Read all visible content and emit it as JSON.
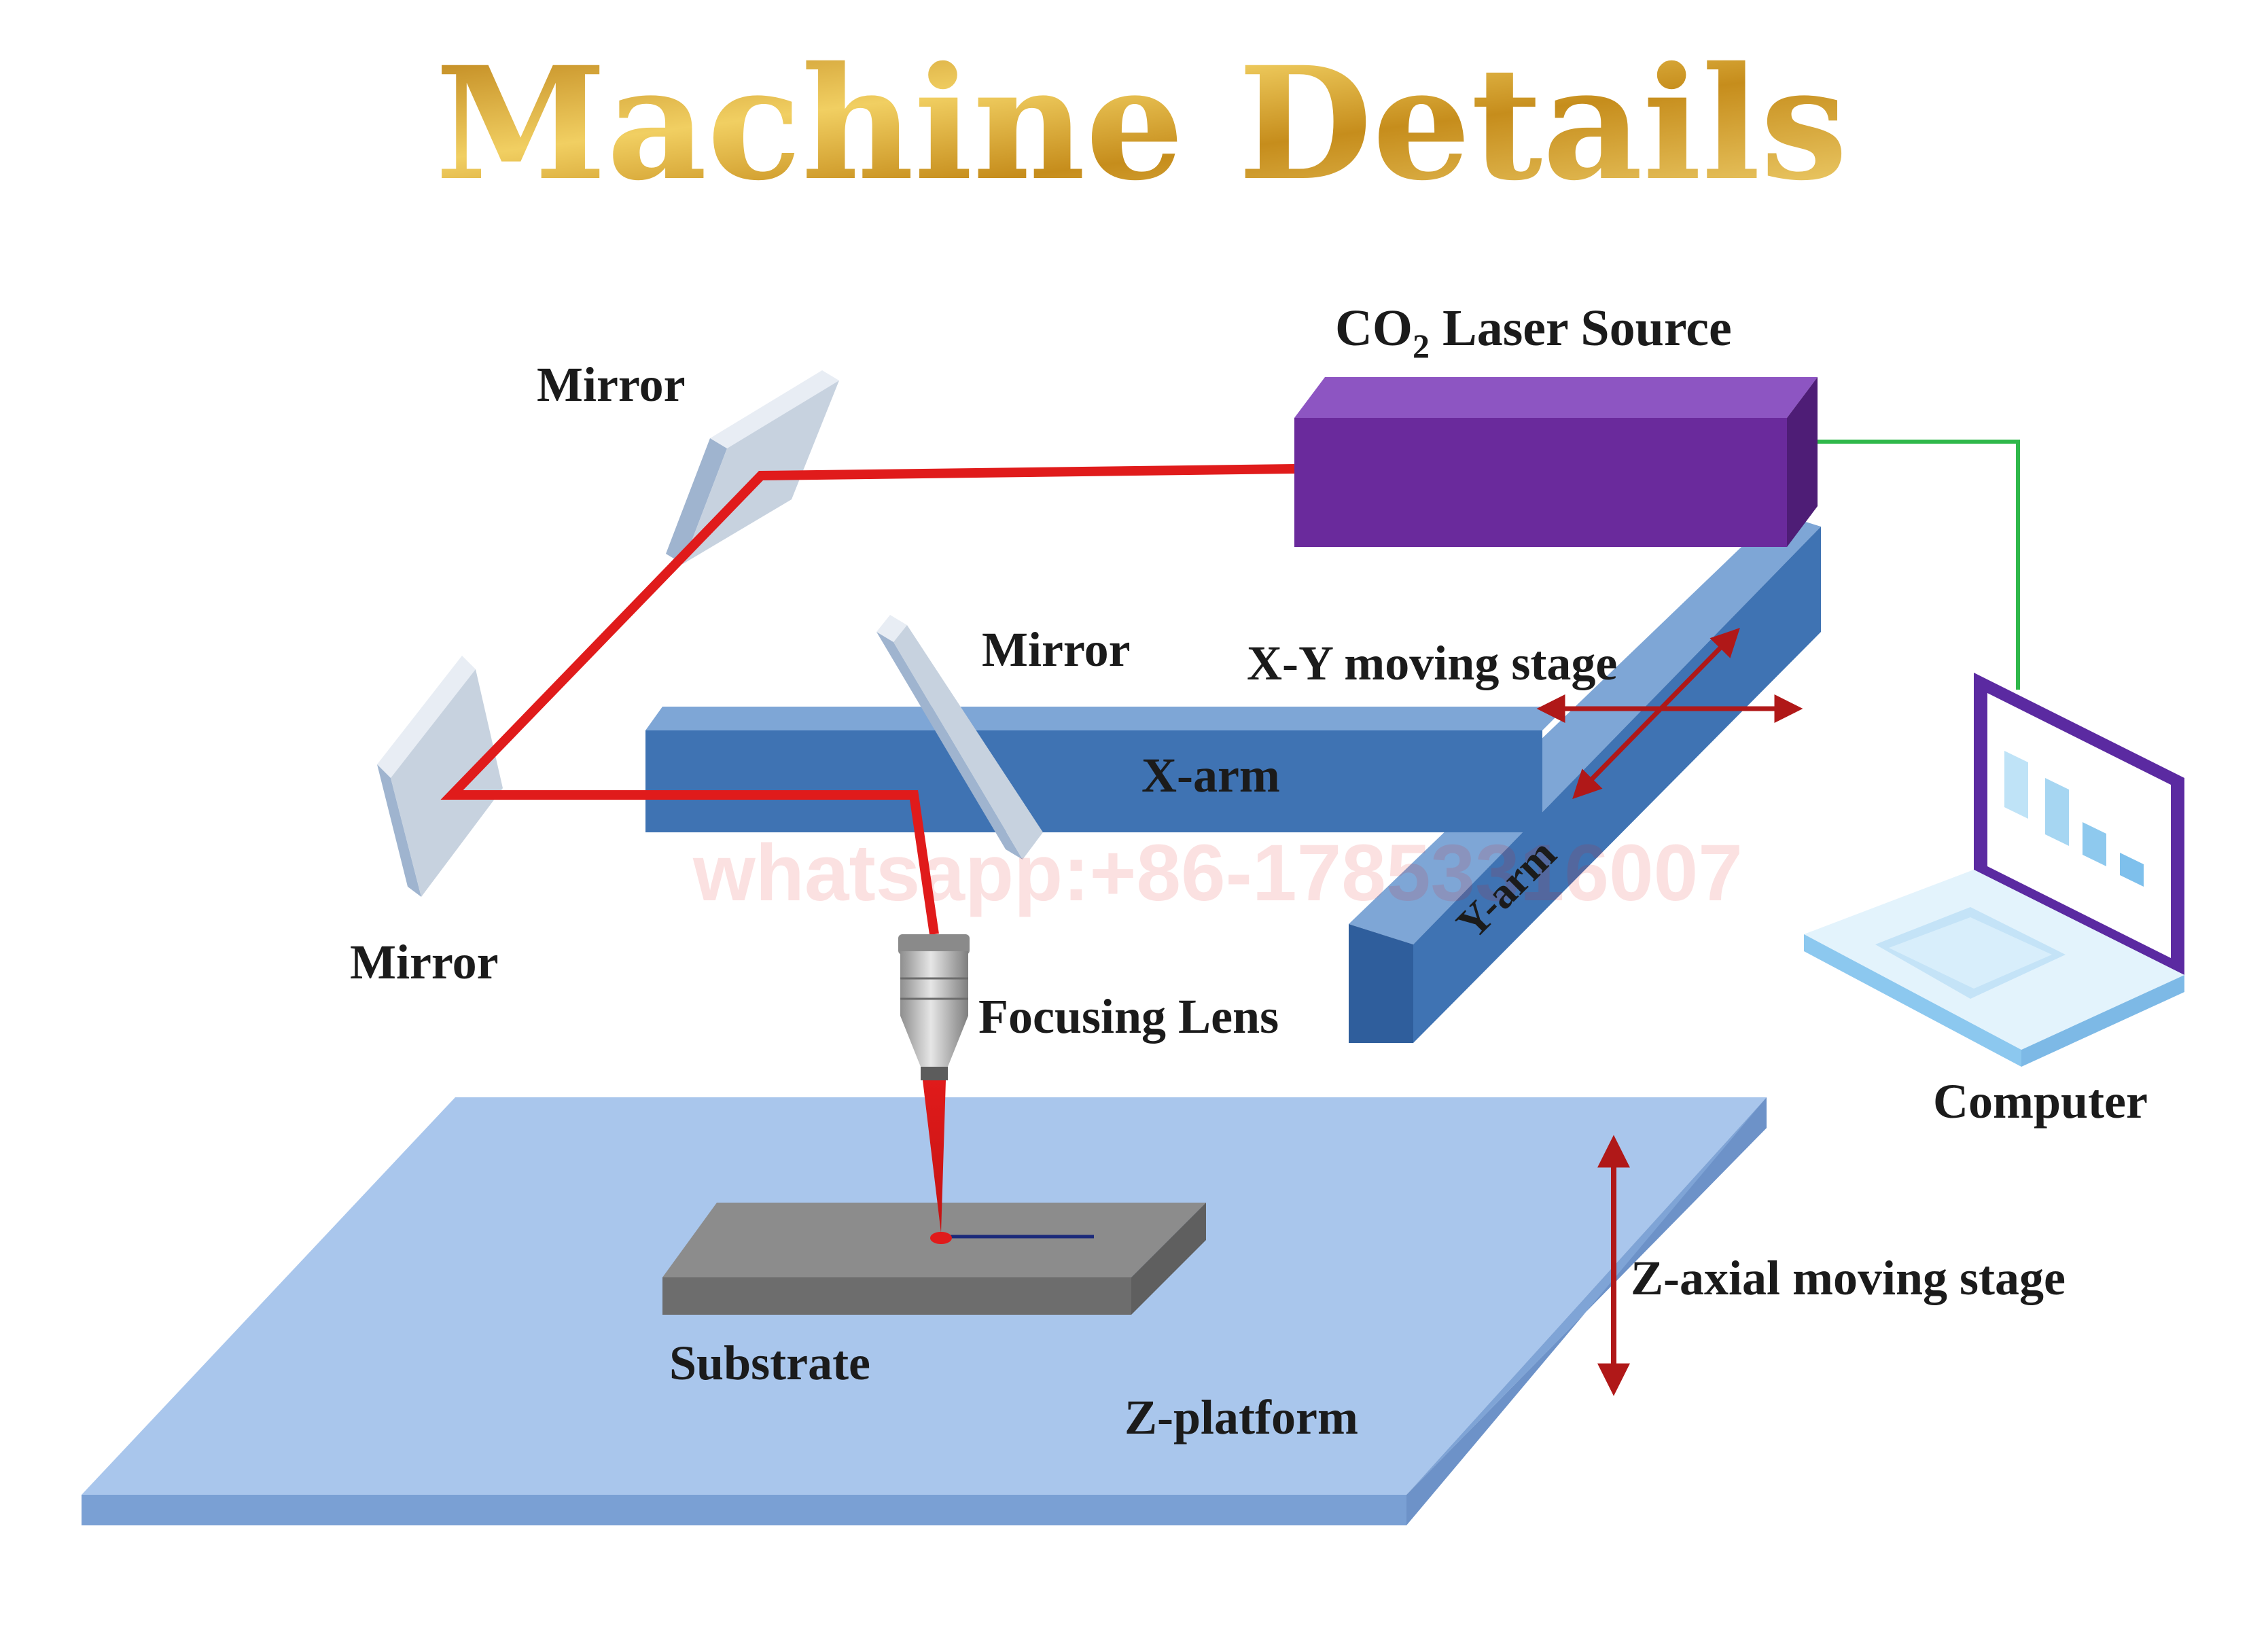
{
  "title": "Machine Details",
  "labels": {
    "laser_source_prefix": "CO",
    "laser_source_subscript": "2",
    "laser_source_suffix": " Laser Source",
    "mirror_top": "Mirror",
    "mirror_middle": "Mirror",
    "mirror_left": "Mirror",
    "xy_stage": "X-Y moving stage",
    "x_arm": "X-arm",
    "y_arm": "Y-arm",
    "focusing_lens": "Focusing Lens",
    "computer": "Computer",
    "z_axial_stage": "Z-axial moving stage",
    "substrate": "Substrate",
    "z_platform": "Z-platform"
  },
  "watermark": "whatsapp:+86-17853316007",
  "colors": {
    "title_gold": "#c9921a",
    "laser_beam": "#e01b1b",
    "laser_source_body": "#6a2a9c",
    "arm_blue": "#3f73b3",
    "platform_blue": "#a9c6ec",
    "substrate_gray": "#8c8c8c",
    "arrow_dark_red": "#b01818",
    "cable_green": "#2fb84a",
    "computer_frame": "#5b2aa1"
  }
}
